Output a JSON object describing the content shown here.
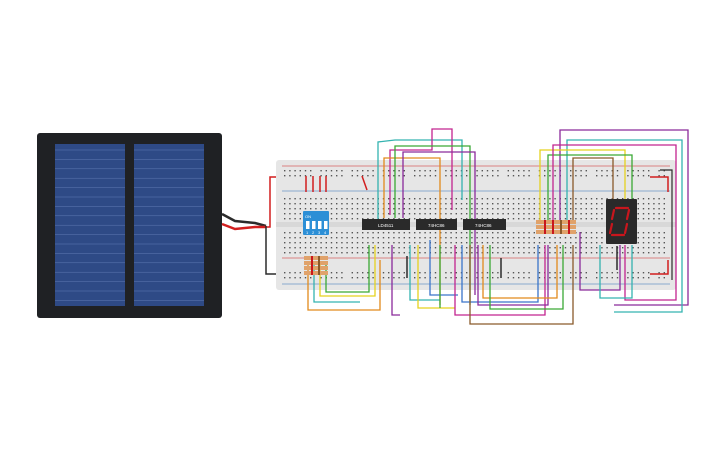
{
  "canvas": {
    "background": "#ffffff"
  },
  "solar_panel": {
    "frame_color": "#1f2124",
    "cell_color": "#2e4a86",
    "cell_line_color": "#6d87c0"
  },
  "breadboard": {
    "color": "#e6e6e6",
    "hole_color": "#555555",
    "rail_red": "#d01e1e",
    "rail_blue": "#2d6fb8"
  },
  "dip_switch": {
    "label": "ON",
    "numbers": [
      "1",
      "2",
      "3",
      "4"
    ],
    "body_color": "#2c8fd6"
  },
  "chips": [
    {
      "label": "LD4511"
    },
    {
      "label": "74HC86"
    },
    {
      "label": "74HC86"
    }
  ],
  "seven_segment": {
    "digit": "0",
    "segment_color": "#c8161d"
  },
  "wire_colors": {
    "red": "#d21f1f",
    "black": "#2b2b2b",
    "green": "#3aa935",
    "orange": "#e28a1c",
    "yellow": "#e5d21e",
    "purple": "#8b2a9b",
    "magenta": "#c2248f",
    "teal": "#34b3b0",
    "blue": "#3a74c9",
    "brown": "#8a5a2b"
  }
}
